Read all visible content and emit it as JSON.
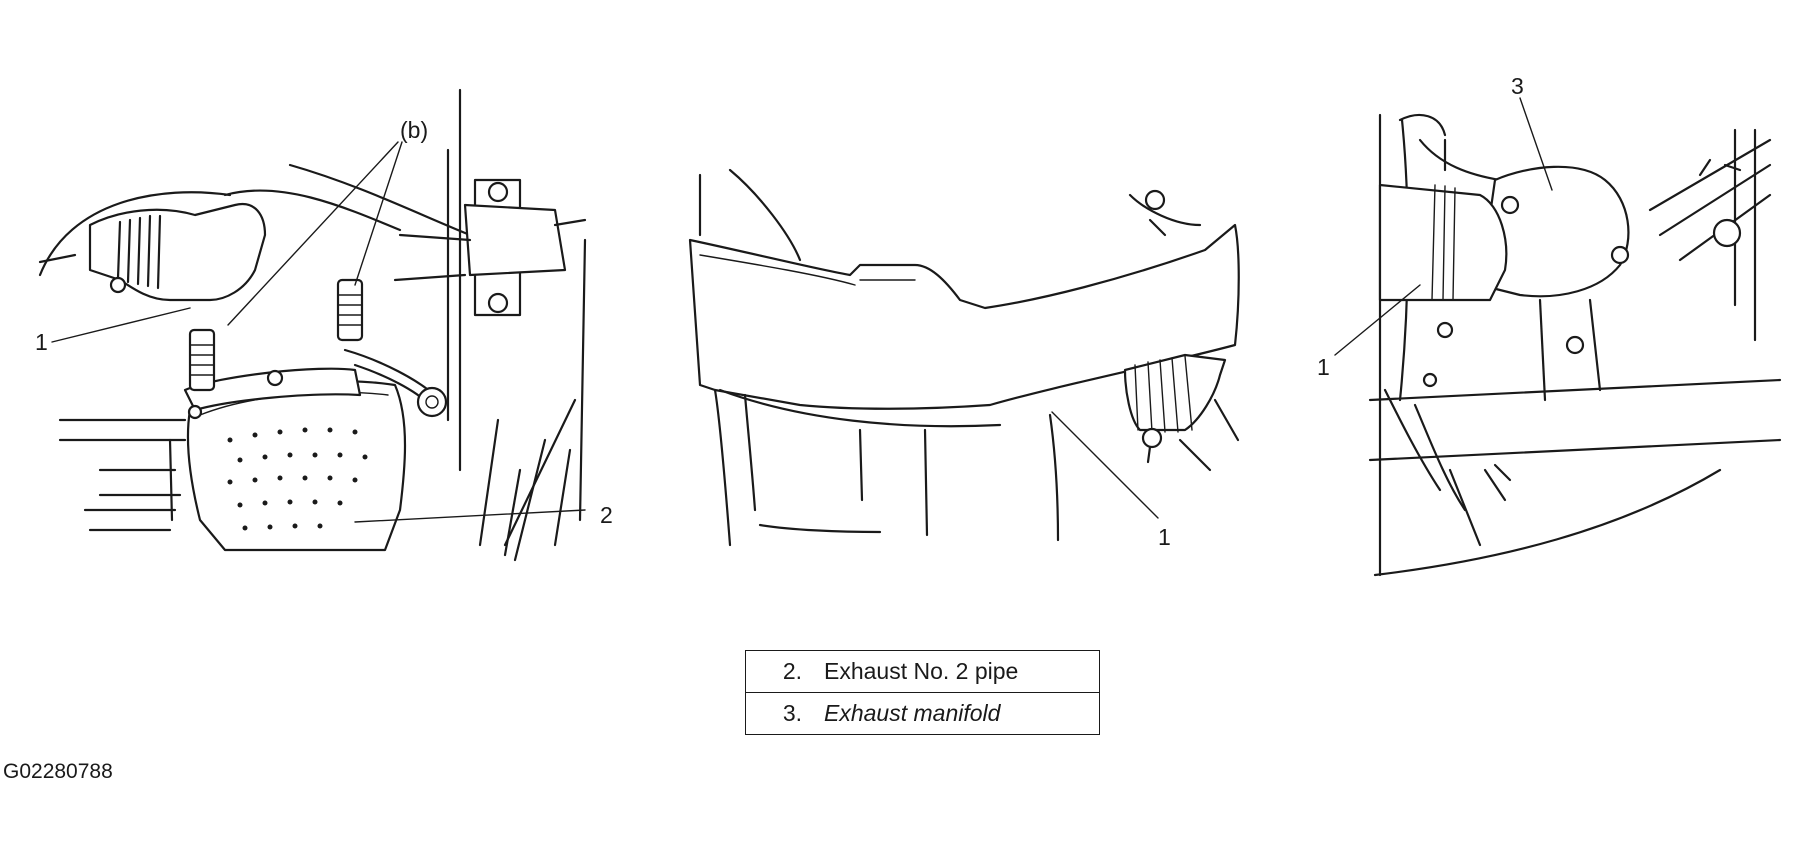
{
  "panel_left": {
    "label_b": "(b)",
    "label_1": "1",
    "label_2": "2"
  },
  "panel_middle": {
    "label_1": "1"
  },
  "panel_right": {
    "label_3": "3",
    "label_1": "1"
  },
  "legend": {
    "rows": [
      {
        "number": "2.",
        "text": "Exhaust No. 2 pipe"
      },
      {
        "number": "3.",
        "text": "Exhaust manifold"
      }
    ]
  },
  "figure_id": "G02280788"
}
